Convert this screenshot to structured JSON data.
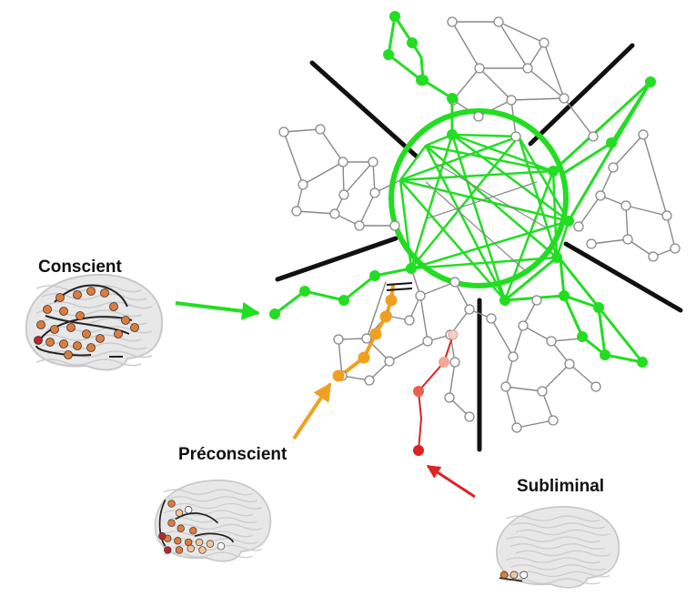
{
  "labels": {
    "conscient": "Conscient",
    "preconscient": "Préconscient",
    "subliminal": "Subliminal"
  },
  "colors": {
    "conscious": "#22dd22",
    "preconscious": "#f0a020",
    "subliminal": "#dd2222",
    "subliminal_light": "#f0a898",
    "network": "#888888",
    "node_fill": "#ffffff",
    "barrier": "#111111",
    "brain": "#c8c8c8"
  }
}
